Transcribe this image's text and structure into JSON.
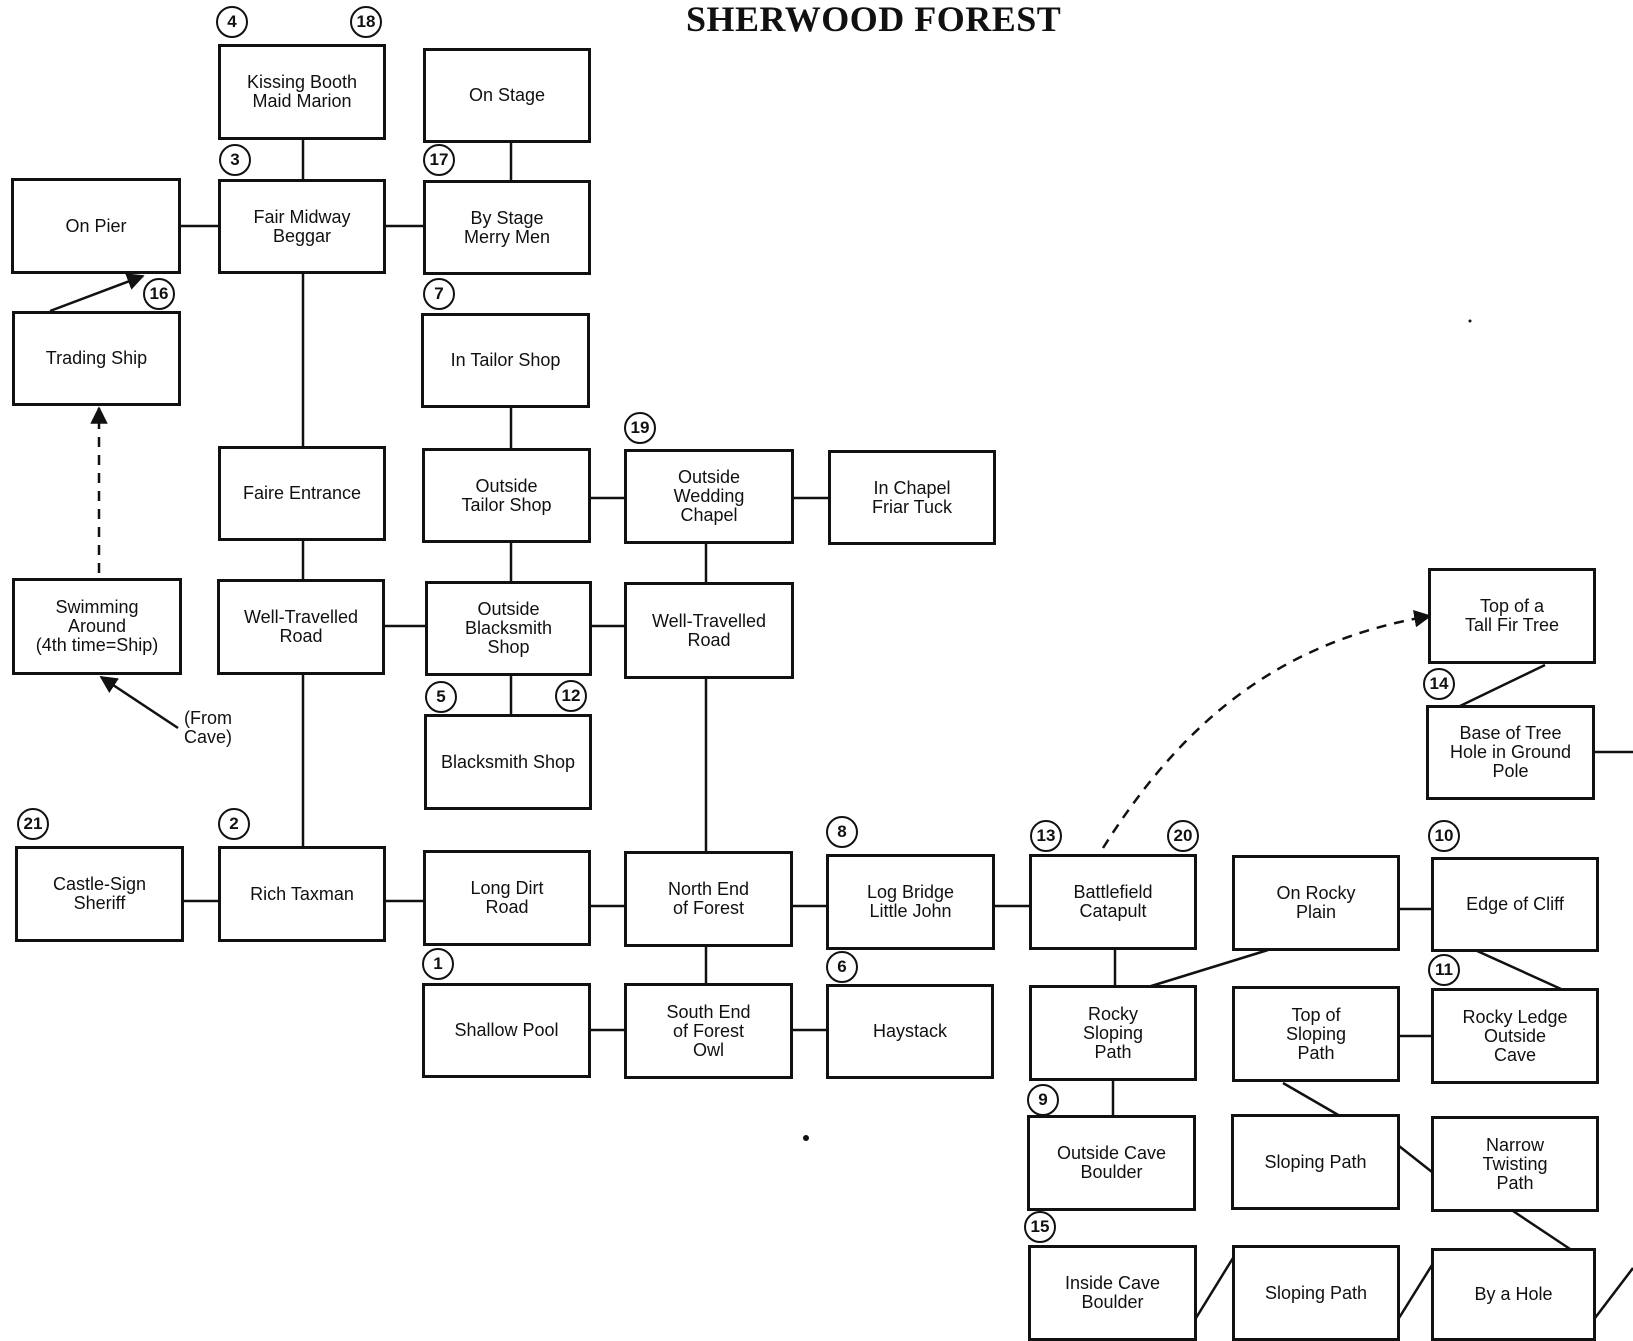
{
  "title": "SHERWOOD FOREST",
  "locations": {
    "kissing_booth": "Kissing Booth\nMaid Marion",
    "on_stage": "On Stage",
    "on_pier": "On Pier",
    "fair_midway": "Fair Midway\nBeggar",
    "by_stage": "By Stage\nMerry Men",
    "trading_ship": "Trading Ship",
    "tailor_shop": "In Tailor Shop",
    "faire_entrance": "Faire Entrance",
    "outside_tailor": "Outside\nTailor Shop",
    "outside_chapel": "Outside\nWedding\nChapel",
    "in_chapel": "In Chapel\nFriar Tuck",
    "swimming": "Swimming\nAround\n(4th time=Ship)",
    "road_west": "Well-Travelled\nRoad",
    "outside_blacksmith": "Outside\nBlacksmith\nShop",
    "road_east": "Well-Travelled\nRoad",
    "top_fir": "Top of a\nTall Fir Tree",
    "base_tree": "Base of Tree\nHole in Ground\nPole",
    "blacksmith_shop": "Blacksmith Shop",
    "castle_sign": "Castle-Sign\nSheriff",
    "rich_taxman": "Rich Taxman",
    "long_dirt": "Long Dirt\nRoad",
    "north_end": "North End\nof Forest",
    "log_bridge": "Log Bridge\nLittle John",
    "battlefield": "Battlefield\nCatapult",
    "rocky_plain": "On Rocky\nPlain",
    "edge_cliff": "Edge of Cliff",
    "shallow_pool": "Shallow Pool",
    "south_end": "South End\nof Forest\nOwl",
    "haystack": "Haystack",
    "rocky_sloping": "Rocky\nSloping\nPath",
    "top_sloping": "Top of\nSloping\nPath",
    "rocky_ledge": "Rocky Ledge\nOutside\nCave",
    "outside_cave": "Outside Cave\nBoulder",
    "sloping_path_1": "Sloping Path",
    "narrow_path": "Narrow\nTwisting\nPath",
    "inside_cave": "Inside Cave\nBoulder",
    "sloping_path_2": "Sloping Path",
    "by_hole": "By a Hole"
  },
  "markers": {
    "kissing_booth_left": "4",
    "kissing_booth_right": "18",
    "fair_midway": "3",
    "by_stage": "17",
    "trading_ship": "16",
    "tailor_shop": "7",
    "outside_chapel": "19",
    "blacksmith_left": "5",
    "blacksmith_right": "12",
    "castle_sign": "21",
    "rich_taxman": "2",
    "log_bridge": "8",
    "battlefield_left": "13",
    "battlefield_right": "20",
    "edge_cliff": "10",
    "base_tree": "14",
    "shallow_pool": "1",
    "haystack": "6",
    "rocky_ledge": "11",
    "outside_cave": "9",
    "inside_cave": "15"
  },
  "notes": {
    "from_cave": "(From\nCave)"
  }
}
